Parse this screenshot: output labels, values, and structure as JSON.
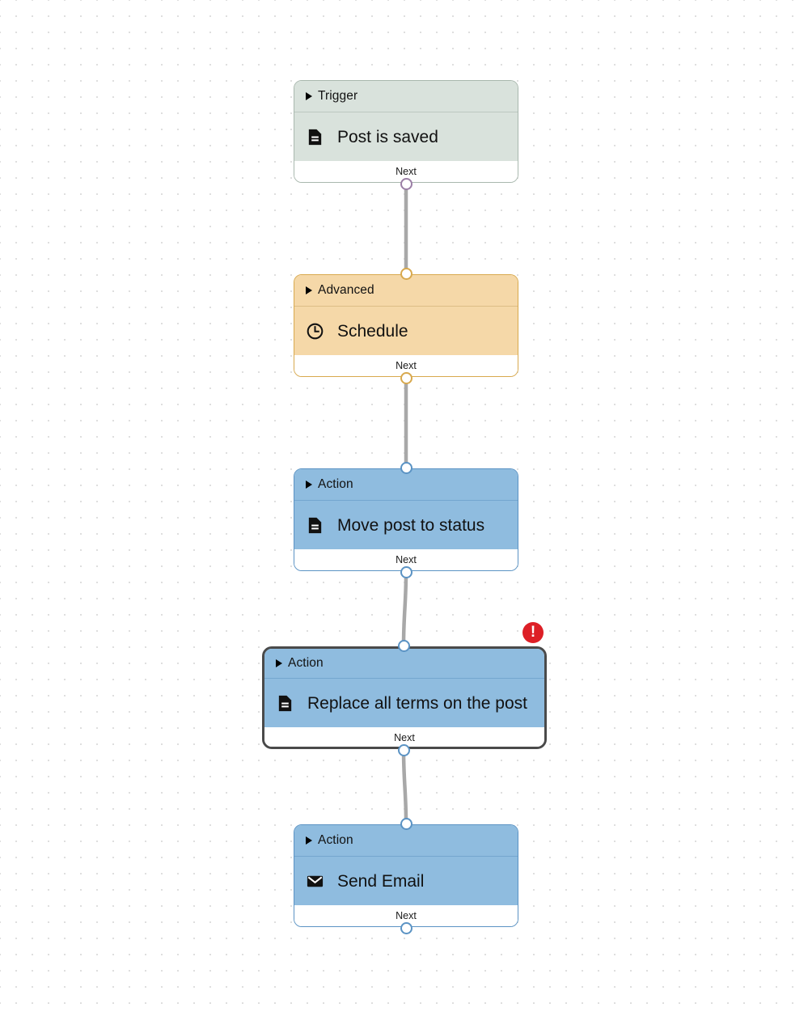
{
  "canvas": {
    "background_color": "#ffffff",
    "grid_dot_color": "#dcdcdc",
    "grid_spacing": 20
  },
  "palette": {
    "trigger_fill": "#d9e2dc",
    "trigger_border": "#a9b8ae",
    "trigger_separator": "#bcc8c0",
    "trigger_port": "#9b7fa6",
    "advanced_fill": "#f5d8a8",
    "advanced_border": "#d8a94e",
    "advanced_separator": "#dcbd86",
    "advanced_port": "#d8a94e",
    "action_fill": "#8fbcdf",
    "action_border": "#5b93c4",
    "action_separator": "#74a6cf",
    "action_port": "#5b93c4",
    "selected_border": "#4a4a4a",
    "edge_line": "#a8a8a8",
    "error_badge": "#dd1f26",
    "footer_fill": "#ffffff"
  },
  "footer_label": "Next",
  "nodes": [
    {
      "id": "trigger-post-is-saved",
      "category": "Trigger",
      "title": "Post is saved",
      "icon": "document-icon",
      "selected": false,
      "has_error": false
    },
    {
      "id": "advanced-schedule",
      "category": "Advanced",
      "title": "Schedule",
      "icon": "clock-icon",
      "selected": false,
      "has_error": false
    },
    {
      "id": "action-move-post-to-status",
      "category": "Action",
      "title": "Move post to status",
      "icon": "document-icon",
      "selected": false,
      "has_error": false
    },
    {
      "id": "action-replace-all-terms",
      "category": "Action",
      "title": "Replace all terms on the post",
      "icon": "document-icon",
      "selected": true,
      "has_error": true
    },
    {
      "id": "action-send-email",
      "category": "Action",
      "title": "Send Email",
      "icon": "envelope-icon",
      "selected": false,
      "has_error": false
    }
  ],
  "error_badge": {
    "icon": "exclamation-icon",
    "glyph": "!"
  },
  "connections": [
    {
      "from": "trigger-post-is-saved",
      "to": "advanced-schedule"
    },
    {
      "from": "advanced-schedule",
      "to": "action-move-post-to-status"
    },
    {
      "from": "action-move-post-to-status",
      "to": "action-replace-all-terms"
    },
    {
      "from": "action-replace-all-terms",
      "to": "action-send-email"
    }
  ]
}
